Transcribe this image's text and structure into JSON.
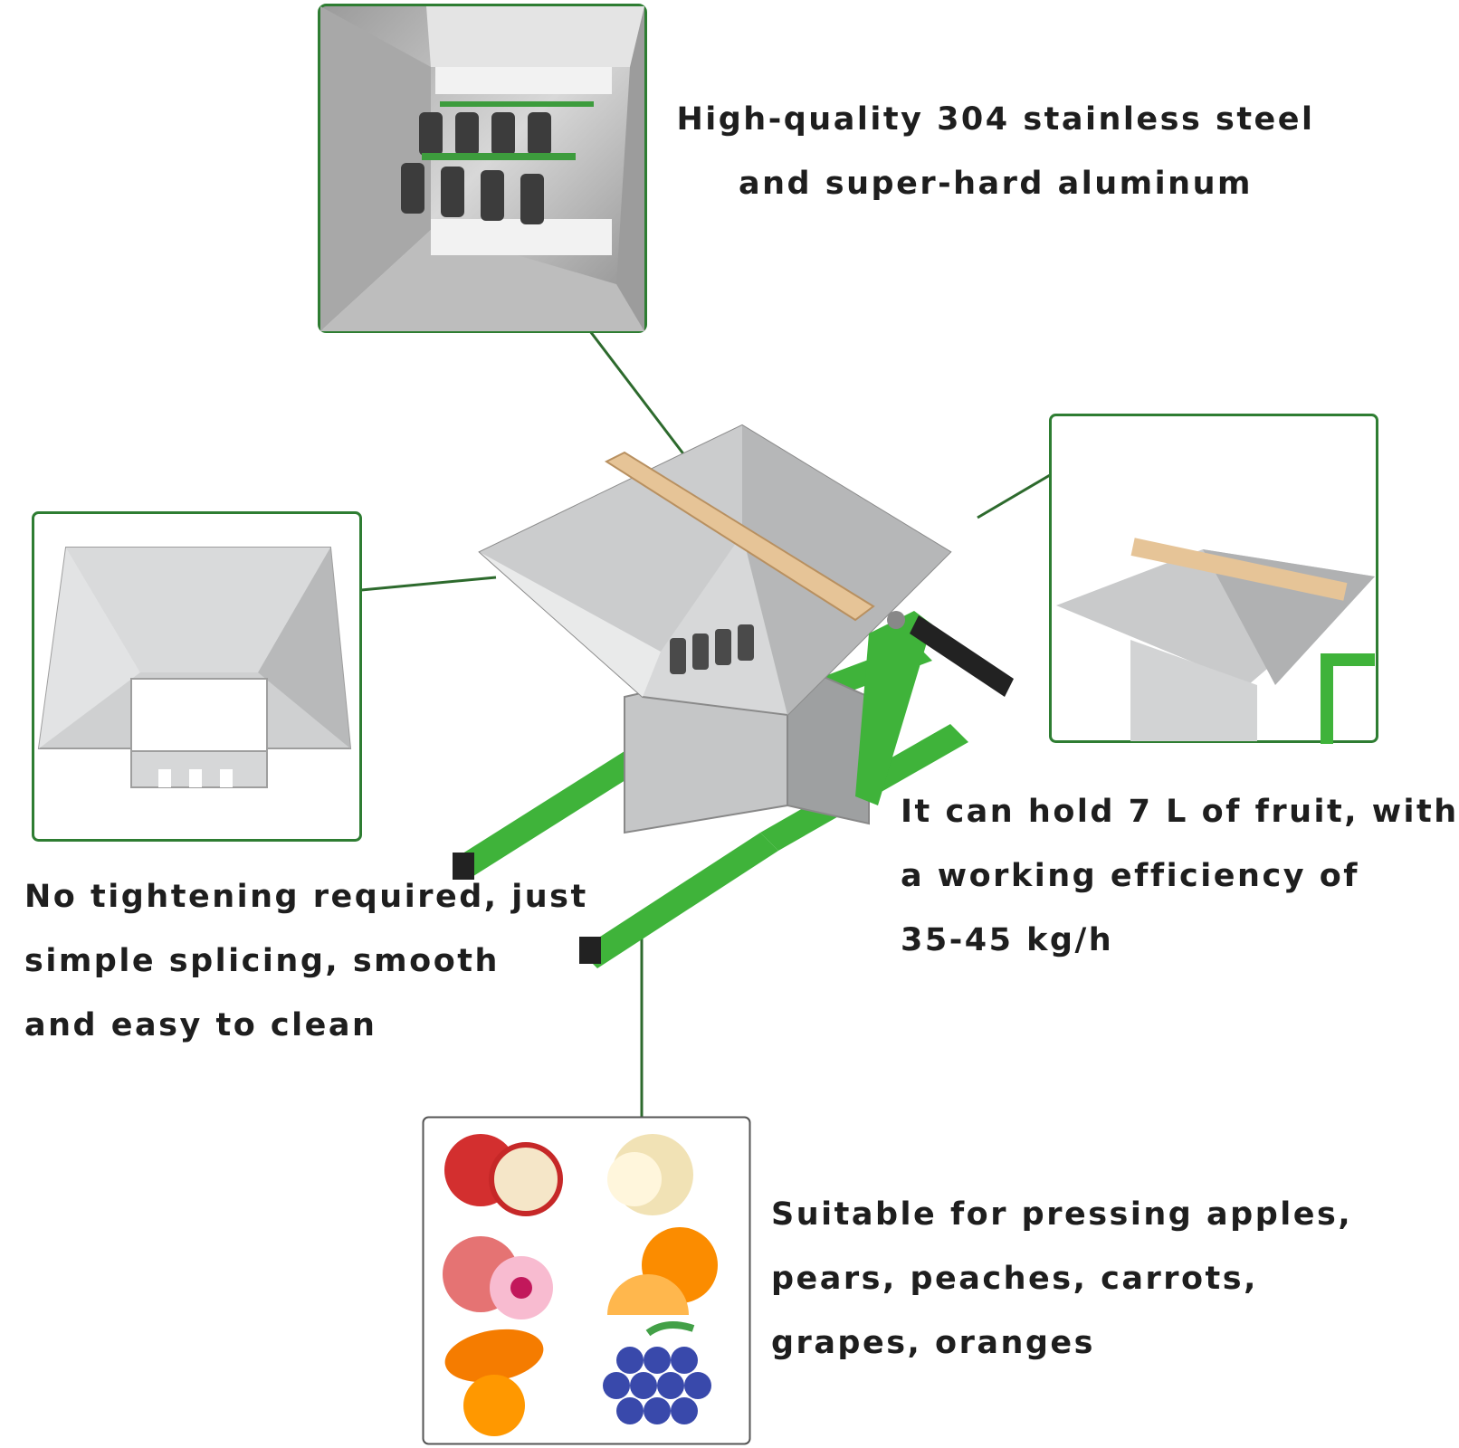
{
  "features": {
    "material": {
      "lines": [
        "High-quality 304 stainless steel",
        "and super-hard aluminum"
      ]
    },
    "assembly": {
      "lines": [
        "No tightening required, just",
        "simple splicing, smooth",
        "and easy to clean"
      ]
    },
    "capacity": {
      "lines": [
        "It can hold 7 L of fruit, with",
        "a working efficiency of",
        "35-45 kg/h"
      ]
    },
    "fruits": {
      "lines": [
        "Suitable for pressing apples,",
        "pears, peaches, carrots,",
        "grapes, oranges"
      ]
    }
  },
  "colors": {
    "frame_green": "#3fb33a",
    "stainless": "#c8c9ca",
    "wood": "#e6c497",
    "callout_line": "#2d6a2d"
  },
  "icons": [
    "hopper-photo",
    "crusher-rollers-photo",
    "fruit-collage-photo"
  ]
}
